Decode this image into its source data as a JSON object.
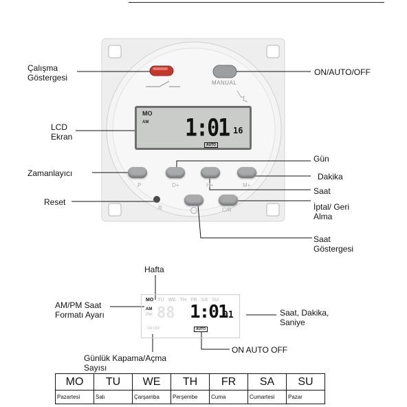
{
  "labels": {
    "calisma": "Çalışma Göstergesi",
    "on_auto_off": "ON/AUTO/OFF",
    "lcd_ekran": "LCD Ekran",
    "gun": "Gün",
    "zamanlayici": "Zamanlayıcı",
    "dakika": "Dakika",
    "saat": "Saat",
    "reset": "Reset",
    "iptal": "İptal/ Geri Alma",
    "saat_gostergesi": "Saat Göstergesi",
    "hafta": "Hafta",
    "ampm": "AM/PM Saat Formatı Ayarı",
    "saat_dakika_saniye": "Saat, Dakika, Saniye",
    "on_auto_off_2": "ON AUTO OFF",
    "gunluk": "Günlük Kapama/Açma Sayısı"
  },
  "device": {
    "manual": "MANUAL",
    "lcd_day": "MO",
    "lcd_ampm": "AM",
    "lcd_time": "1:01",
    "lcd_seconds": "16",
    "lcd_auto": "AUTO",
    "btn_labels": [
      "P",
      "D+",
      "H+",
      "M+",
      "R",
      "C/R"
    ]
  },
  "lcd2": {
    "days": [
      "MO",
      "TU",
      "WE",
      "TH",
      "FR",
      "SA",
      "SU"
    ],
    "ampm": "AM",
    "pm": "PM",
    "time": "1:01",
    "seconds": "01",
    "onoff": "ON OFF",
    "auto": "AUTO"
  },
  "table": {
    "headers": [
      "MO",
      "TU",
      "WE",
      "TH",
      "FR",
      "SA",
      "SU"
    ],
    "names": [
      "Pazartesi",
      "Salı",
      "Çarşamba",
      "Perşembe",
      "Cuma",
      "Cumartesi",
      "Pazar"
    ]
  }
}
